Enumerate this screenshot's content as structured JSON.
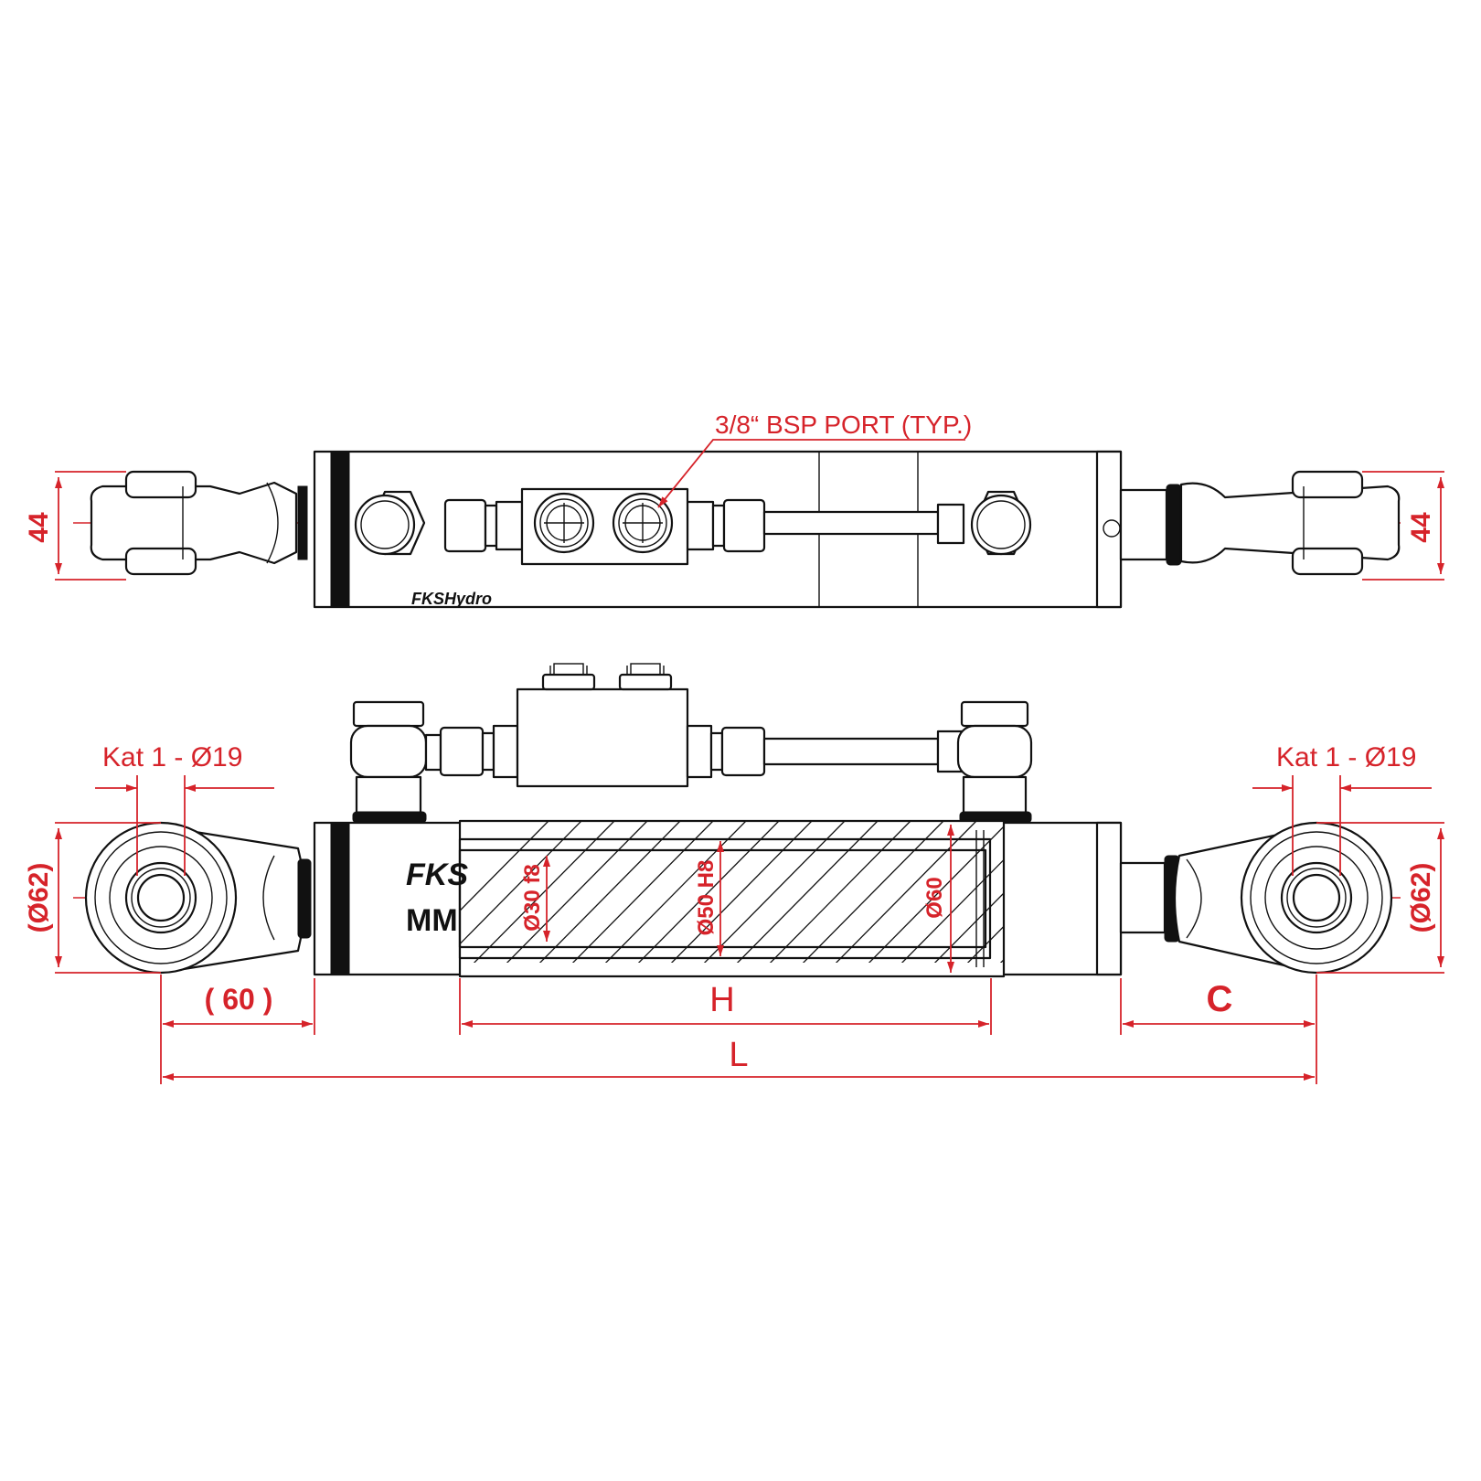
{
  "colors": {
    "dimension": "#d6232a",
    "outline": "#111111",
    "background": "#ffffff"
  },
  "top_view": {
    "port_note": "3/8“ BSP PORT (TYP.)",
    "width_left": "44",
    "width_right": "44",
    "logo": "FKSHydro"
  },
  "side_view": {
    "pin_left": "Kat 1 - Ø19",
    "pin_right": "Kat 1 - Ø19",
    "eye_dia_left": "(Ø62)",
    "eye_dia_right": "(Ø62)",
    "rod_dia": "Ø30 f8",
    "bore_dia": "Ø50 H8",
    "tube_dia": "Ø60",
    "logo_top": "FKS",
    "logo_bottom": "MM"
  },
  "dimensions": {
    "eye_to_head": "( 60 )",
    "stroke": "H",
    "rod_end": "C",
    "total_length": "L"
  }
}
